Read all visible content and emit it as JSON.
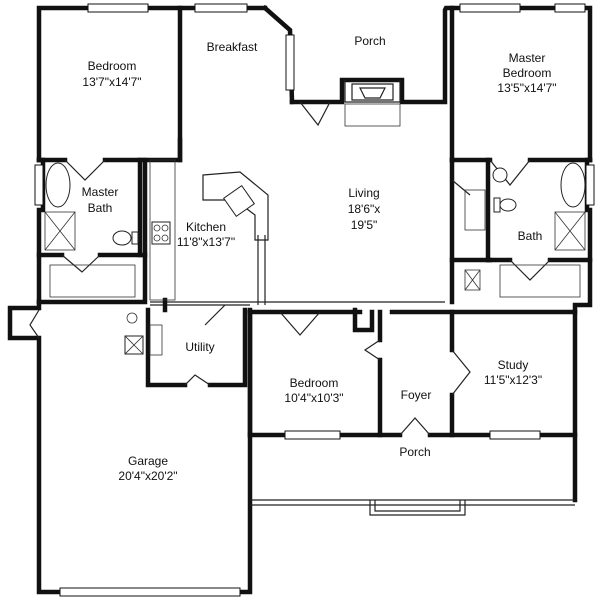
{
  "rooms": {
    "bedroom_left": {
      "name": "Bedroom",
      "size": "13'7\"x14'7\""
    },
    "breakfast": {
      "name": "Breakfast"
    },
    "porch_top": {
      "name": "Porch"
    },
    "master_bedroom": {
      "name_line1": "Master",
      "name_line2": "Bedroom",
      "size": "13'5\"x14'7\""
    },
    "master_bath": {
      "name_line1": "Master",
      "name_line2": "Bath"
    },
    "kitchen": {
      "name": "Kitchen",
      "size": "11'8\"x13'7\""
    },
    "living": {
      "name": "Living",
      "size_line1": "18'6\"x",
      "size_line2": "19'5\""
    },
    "bath_right": {
      "name": "Bath"
    },
    "utility": {
      "name": "Utility"
    },
    "bedroom_mid": {
      "name": "Bedroom",
      "size": "10'4\"x10'3\""
    },
    "foyer": {
      "name": "Foyer"
    },
    "study": {
      "name": "Study",
      "size": "11'5\"x12'3\""
    },
    "porch_front": {
      "name": "Porch"
    },
    "garage": {
      "name": "Garage",
      "size": "20'4\"x20'2\""
    }
  }
}
